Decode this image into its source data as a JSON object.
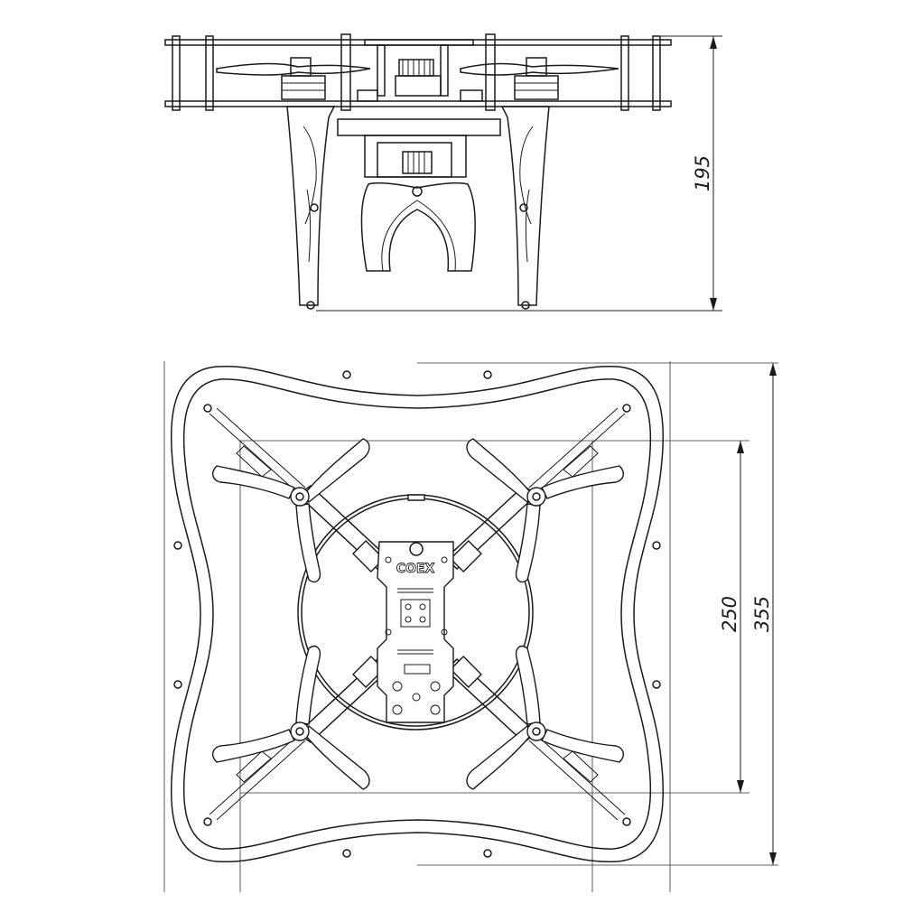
{
  "side_view": {
    "height_dimension": "195"
  },
  "top_view": {
    "motor_spacing_dimension": "250",
    "guard_size_dimension": "355",
    "board_logo": "COEX"
  }
}
